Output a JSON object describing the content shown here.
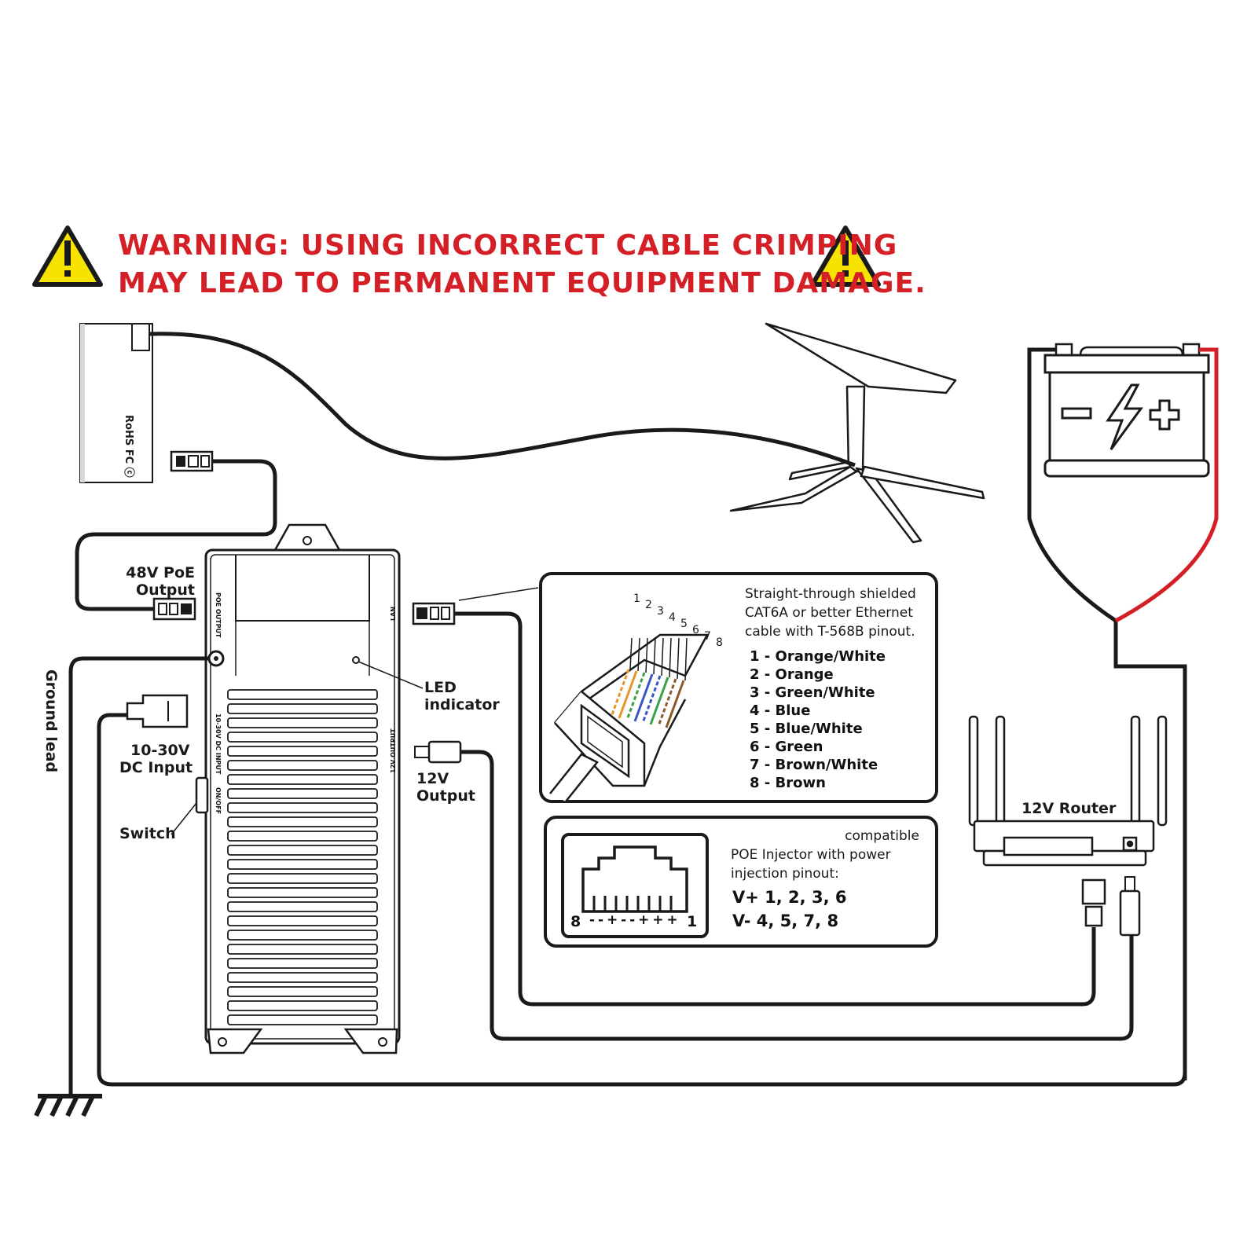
{
  "warning": {
    "line1": "WARNING: USING INCORRECT CABLE CRIMPING",
    "line2": "MAY LEAD TO PERMANENT EQUIPMENT DAMAGE.",
    "color": "#d41f26",
    "icon": "warning-triangle-icon",
    "icon_fill": "#f7e300"
  },
  "labels": {
    "poe_output": [
      "48V PoE",
      "Output"
    ],
    "led_indicator": [
      "LED",
      "indicator"
    ],
    "dc_input": [
      "10-30V",
      "DC Input"
    ],
    "output_12v": [
      "12V",
      "Output"
    ],
    "switch": "Switch",
    "ground_lead": "Ground lead",
    "router": "12V Router"
  },
  "injector_markings": {
    "poe_output": "POE OUTPUT",
    "dc_input": "10-30V DC INPUT",
    "on_off": "ON/OFF",
    "lan": "LAN",
    "output_12v": "12V OUTPUT"
  },
  "pinout_box": {
    "description": [
      "Straight-through shielded",
      "CAT6A or better Ethernet",
      "cable with T-568B pinout."
    ],
    "pin_numbers": [
      "1",
      "2",
      "3",
      "4",
      "5",
      "6",
      "7",
      "8"
    ],
    "pins": [
      "1 - Orange/White",
      "2 - Orange",
      "3 - Green/White",
      "4 - Blue",
      "5 - Blue/White",
      "6 - Green",
      "7 - Brown/White",
      "8 - Brown"
    ],
    "wire_colors": [
      "#e8962a",
      "#e8962a",
      "#3aa04a",
      "#3a55c8",
      "#3a55c8",
      "#3aa04a",
      "#8a5a2b",
      "#8a5a2b"
    ]
  },
  "compat_box": {
    "text": [
      "compatible",
      "POE Injector with power",
      "injection pinout:"
    ],
    "v_plus": "V+ 1, 2, 3, 6",
    "v_minus": "V- 4, 5, 7, 8",
    "jack_left": "8",
    "jack_right": "1",
    "jack_signs": "- - + - - + + +"
  },
  "battery": {
    "minus": "−",
    "plus": "+",
    "positive_wire_color": "#d41f26"
  }
}
